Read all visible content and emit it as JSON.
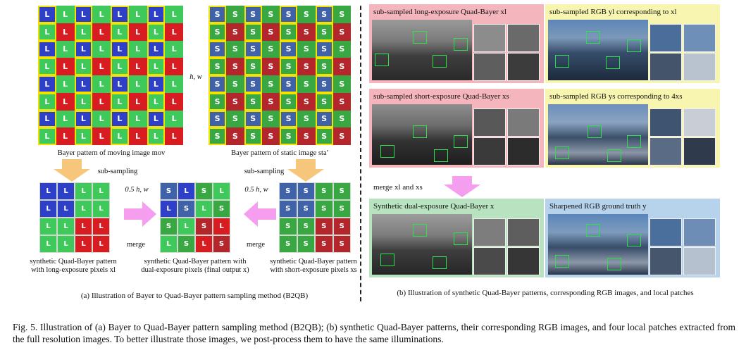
{
  "left": {
    "bayer_moving_caption": "Bayer pattern of moving image mov",
    "bayer_static_caption": "Bayer pattern of static image sta′",
    "hw_label": "h, w",
    "subsampling_left": "sub-sampling",
    "subsampling_right": "sub-sampling",
    "half_hw_left": "0.5 h, w",
    "half_hw_right": "0.5 h, w",
    "merge_left": "merge",
    "merge_right": "merge",
    "long_caption": "synthetic Quad-Bayer pattern with long-exposure pixels xl",
    "dual_caption": "synthetic Quad-Bayer pattern with dual-exposure pixels (final output x)",
    "short_caption": "synthetic Quad-Bayer pattern with short-exposure pixels xs",
    "subfig_caption": "(a) Illustration of Bayer to Quad-Bayer pattern sampling method (B2QB)",
    "moving_grid": [
      [
        "L",
        "L",
        "L",
        "L",
        "L",
        "L",
        "L",
        "L"
      ],
      [
        "L",
        "L",
        "L",
        "L",
        "L",
        "L",
        "L",
        "L"
      ],
      [
        "L",
        "L",
        "L",
        "L",
        "L",
        "L",
        "L",
        "L"
      ],
      [
        "L",
        "L",
        "L",
        "L",
        "L",
        "L",
        "L",
        "L"
      ],
      [
        "L",
        "L",
        "L",
        "L",
        "L",
        "L",
        "L",
        "L"
      ],
      [
        "L",
        "L",
        "L",
        "L",
        "L",
        "L",
        "L",
        "L"
      ],
      [
        "L",
        "L",
        "L",
        "L",
        "L",
        "L",
        "L",
        "L"
      ],
      [
        "L",
        "L",
        "L",
        "L",
        "L",
        "L",
        "L",
        "L"
      ]
    ],
    "static_grid": [
      [
        "S",
        "S",
        "S",
        "S",
        "S",
        "S",
        "S",
        "S"
      ],
      [
        "S",
        "S",
        "S",
        "S",
        "S",
        "S",
        "S",
        "S"
      ],
      [
        "S",
        "S",
        "S",
        "S",
        "S",
        "S",
        "S",
        "S"
      ],
      [
        "S",
        "S",
        "S",
        "S",
        "S",
        "S",
        "S",
        "S"
      ],
      [
        "S",
        "S",
        "S",
        "S",
        "S",
        "S",
        "S",
        "S"
      ],
      [
        "S",
        "S",
        "S",
        "S",
        "S",
        "S",
        "S",
        "S"
      ],
      [
        "S",
        "S",
        "S",
        "S",
        "S",
        "S",
        "S",
        "S"
      ],
      [
        "S",
        "S",
        "S",
        "S",
        "S",
        "S",
        "S",
        "S"
      ]
    ],
    "long_grid": [
      [
        "L",
        "L",
        "L",
        "L"
      ],
      [
        "L",
        "L",
        "L",
        "L"
      ],
      [
        "L",
        "L",
        "L",
        "L"
      ],
      [
        "L",
        "L",
        "L",
        "L"
      ]
    ],
    "dual_grid": [
      [
        "S",
        "L",
        "S",
        "L"
      ],
      [
        "L",
        "S",
        "L",
        "S"
      ],
      [
        "S",
        "L",
        "S",
        "L"
      ],
      [
        "L",
        "S",
        "L",
        "S"
      ]
    ],
    "short_grid": [
      [
        "S",
        "S",
        "S",
        "S"
      ],
      [
        "S",
        "S",
        "S",
        "S"
      ],
      [
        "S",
        "S",
        "S",
        "S"
      ],
      [
        "S",
        "S",
        "S",
        "S"
      ]
    ]
  },
  "right": {
    "p1_title": "sub-sampled long-exposure Quad-Bayer xl",
    "p2_title": "sub-sampled RGB yl corresponding to xl",
    "p3_title": "sub-sampled short-exposure Quad-Bayer xs",
    "p4_title": "sub-sampled RGB ys corresponding to 4xs",
    "merge_label": "merge xl and xs",
    "p5_title": "Synthetic dual-exposure Quad-Bayer x",
    "p6_title": "Sharpened RGB ground truth y",
    "subfig_caption": "(b) Illustration of synthetic Quad-Bayer patterns, corresponding RGB images, and local patches"
  },
  "figure_caption": "Fig. 5.  Illustration of (a) Bayer to Quad-Bayer pattern sampling method (B2QB); (b) synthetic Quad-Bayer patterns, their corresponding RGB images, and four local patches extracted from the full resolution images. To better illustrate those images, we post-process them to have the same illuminations.",
  "colors": {
    "pink_panel": "#f4b6bc",
    "yellow_panel": "#f8f5b0",
    "green_panel": "#b9e3c0",
    "blue_panel": "#b7d3ec",
    "arrow_orange": "#f6c77a",
    "arrow_magenta": "#f59ef0"
  }
}
